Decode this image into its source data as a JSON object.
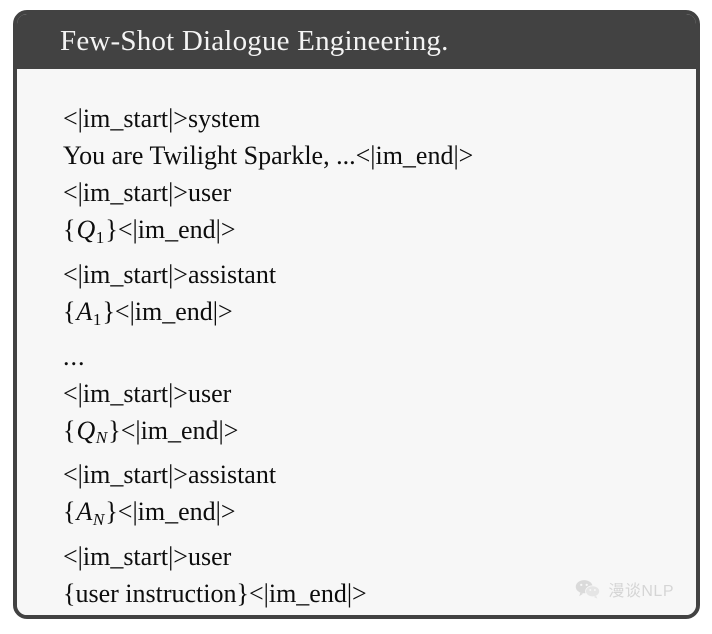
{
  "card": {
    "title": "Few-Shot Dialogue Engineering.",
    "header_bg": "#424242",
    "body_bg": "#f7f7f7",
    "border_color": "#424242",
    "title_color": "#f4f4f4",
    "text_color": "#0d0d0d"
  },
  "dialogue": {
    "lines": [
      {
        "kind": "plain",
        "text": "<|im_start|>system"
      },
      {
        "kind": "plain",
        "text": "You are Twilight Sparkle, ...<|im_end|>"
      },
      {
        "kind": "plain",
        "text": "<|im_start|>user"
      },
      {
        "kind": "math",
        "prefix": "{",
        "var": "Q",
        "sub": "1",
        "suffix": "}<|im_end|>"
      },
      {
        "kind": "plain",
        "text": "<|im_start|>assistant"
      },
      {
        "kind": "math",
        "prefix": "{",
        "var": "A",
        "sub": "1",
        "suffix": "}<|im_end|>"
      },
      {
        "kind": "ellipsis",
        "text": "..."
      },
      {
        "kind": "plain",
        "text": "<|im_start|>user"
      },
      {
        "kind": "math",
        "prefix": "{",
        "var": "Q",
        "sub": "N",
        "sub_italic": true,
        "suffix": "}<|im_end|>"
      },
      {
        "kind": "plain",
        "text": "<|im_start|>assistant"
      },
      {
        "kind": "math",
        "prefix": "{",
        "var": "A",
        "sub": "N",
        "sub_italic": true,
        "suffix": "}<|im_end|>"
      },
      {
        "kind": "plain",
        "text": "<|im_start|>user"
      },
      {
        "kind": "plain",
        "text": "{user instruction}<|im_end|>"
      }
    ]
  },
  "watermark": {
    "icon": "wechat-icon",
    "text": "漫谈NLP"
  }
}
